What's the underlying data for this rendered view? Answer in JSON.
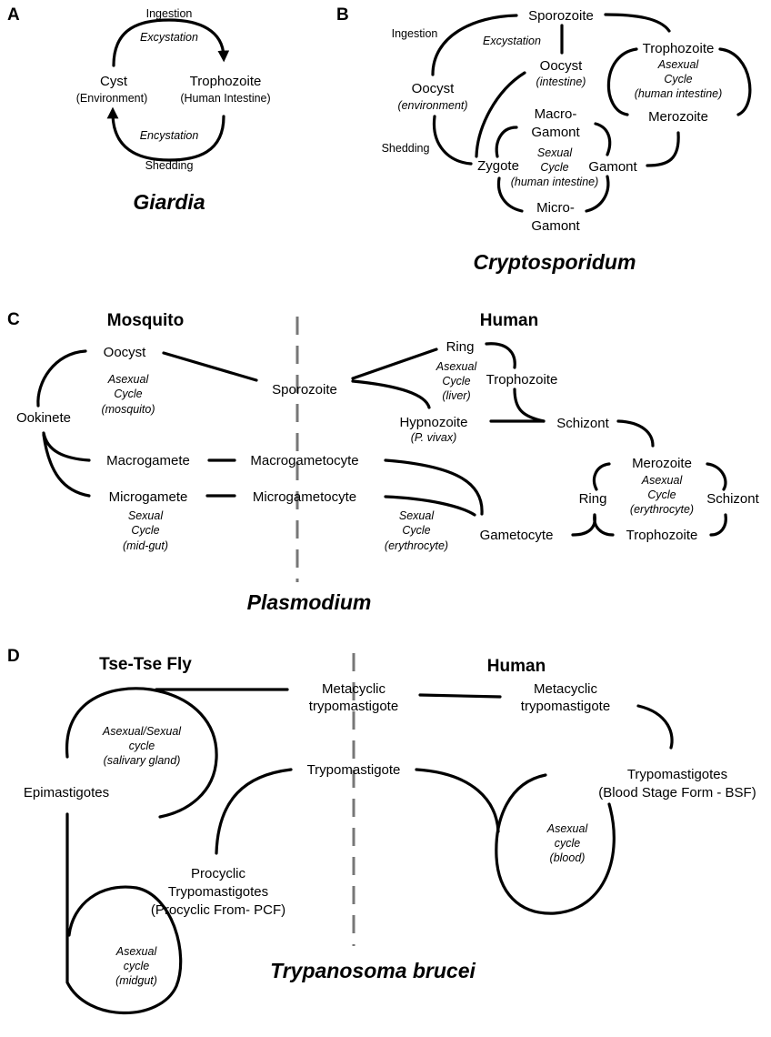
{
  "panel_a": {
    "letter": "A",
    "ingestion": "Ingestion",
    "excystation": "Excystation",
    "cyst": "Cyst",
    "cyst_env": "(Environment)",
    "trophozoite": "Trophozoite",
    "trophozoite_loc": "(Human Intestine)",
    "encystation": "Encystation",
    "shedding": "Shedding",
    "title": "Giardia"
  },
  "panel_b": {
    "letter": "B",
    "sporozoite": "Sporozoite",
    "ingestion": "Ingestion",
    "excystation": "Excystation",
    "oocyst_intestine": "Oocyst",
    "oocyst_intestine_loc": "(intestine)",
    "trophozoite": "Trophozoite",
    "asexual_l1": "Asexual",
    "asexual_l2": "Cycle",
    "asexual_l3": "(human intestine)",
    "merozoite": "Merozoite",
    "oocyst_env": "Oocyst",
    "oocyst_env_loc": "(environment)",
    "macro_l1": "Macro-",
    "macro_l2": "Gamont",
    "shedding": "Shedding",
    "zygote": "Zygote",
    "sexual_l1": "Sexual",
    "sexual_l2": "Cycle",
    "sexual_l3": "(human intestine)",
    "gamont": "Gamont",
    "micro_l1": "Micro-",
    "micro_l2": "Gamont",
    "title": "Cryptosporidum"
  },
  "panel_c": {
    "letter": "C",
    "mosquito": "Mosquito",
    "human": "Human",
    "oocyst": "Oocyst",
    "asexual_mosq_l1": "Asexual",
    "asexual_mosq_l2": "Cycle",
    "asexual_mosq_l3": "(mosquito)",
    "ookinete": "Ookinete",
    "sporozoite": "Sporozoite",
    "ring_liver": "Ring",
    "asexual_liver_l1": "Asexual",
    "asexual_liver_l2": "Cycle",
    "asexual_liver_l3": "(liver)",
    "trophozoite_liver": "Trophozoite",
    "hypnozoite": "Hypnozoite",
    "p_vivax": "(P. vivax)",
    "schizont_liver": "Schizont",
    "macrogamete": "Macrogamete",
    "macrogametocyte": "Macrogametocyte",
    "merozoite": "Merozoite",
    "asexual_ery_l1": "Asexual",
    "asexual_ery_l2": "Cycle",
    "asexual_ery_l3": "(erythrocyte)",
    "microgamete": "Microgamete",
    "microgametocyte": "Microgametocyte",
    "ring_ery": "Ring",
    "schizont_ery": "Schizont",
    "sexual_mid_l1": "Sexual",
    "sexual_mid_l2": "Cycle",
    "sexual_mid_l3": "(mid-gut)",
    "sexual_ery_l1": "Sexual",
    "sexual_ery_l2": "Cycle",
    "sexual_ery_l3": "(erythrocyte)",
    "gametocyte": "Gametocyte",
    "trophozoite_ery": "Trophozoite",
    "title": "Plasmodium"
  },
  "panel_d": {
    "letter": "D",
    "tsetse": "Tse-Tse Fly",
    "human": "Human",
    "meta_fly_l1": "Metacyclic",
    "meta_fly_l2": "trypomastigote",
    "meta_human_l1": "Metacyclic",
    "meta_human_l2": "trypomastigote",
    "asexsex_l1": "Asexual/Sexual",
    "asexsex_l2": "cycle",
    "asexsex_l3": "(salivary gland)",
    "trypomastigote": "Trypomastigote",
    "epimastigotes": "Epimastigotes",
    "trypo_bsf_l1": "Trypomastigotes",
    "trypo_bsf_l2": "(Blood Stage Form - BSF)",
    "asexual_blood_l1": "Asexual",
    "asexual_blood_l2": "cycle",
    "asexual_blood_l3": "(blood)",
    "procyclic_l1": "Procyclic",
    "procyclic_l2": "Trypomastigotes",
    "procyclic_l3": "(Procyclic From- PCF)",
    "asexual_midgut_l1": "Asexual",
    "asexual_midgut_l2": "cycle",
    "asexual_midgut_l3": "(midgut)",
    "title": "Trypanosoma brucei"
  }
}
